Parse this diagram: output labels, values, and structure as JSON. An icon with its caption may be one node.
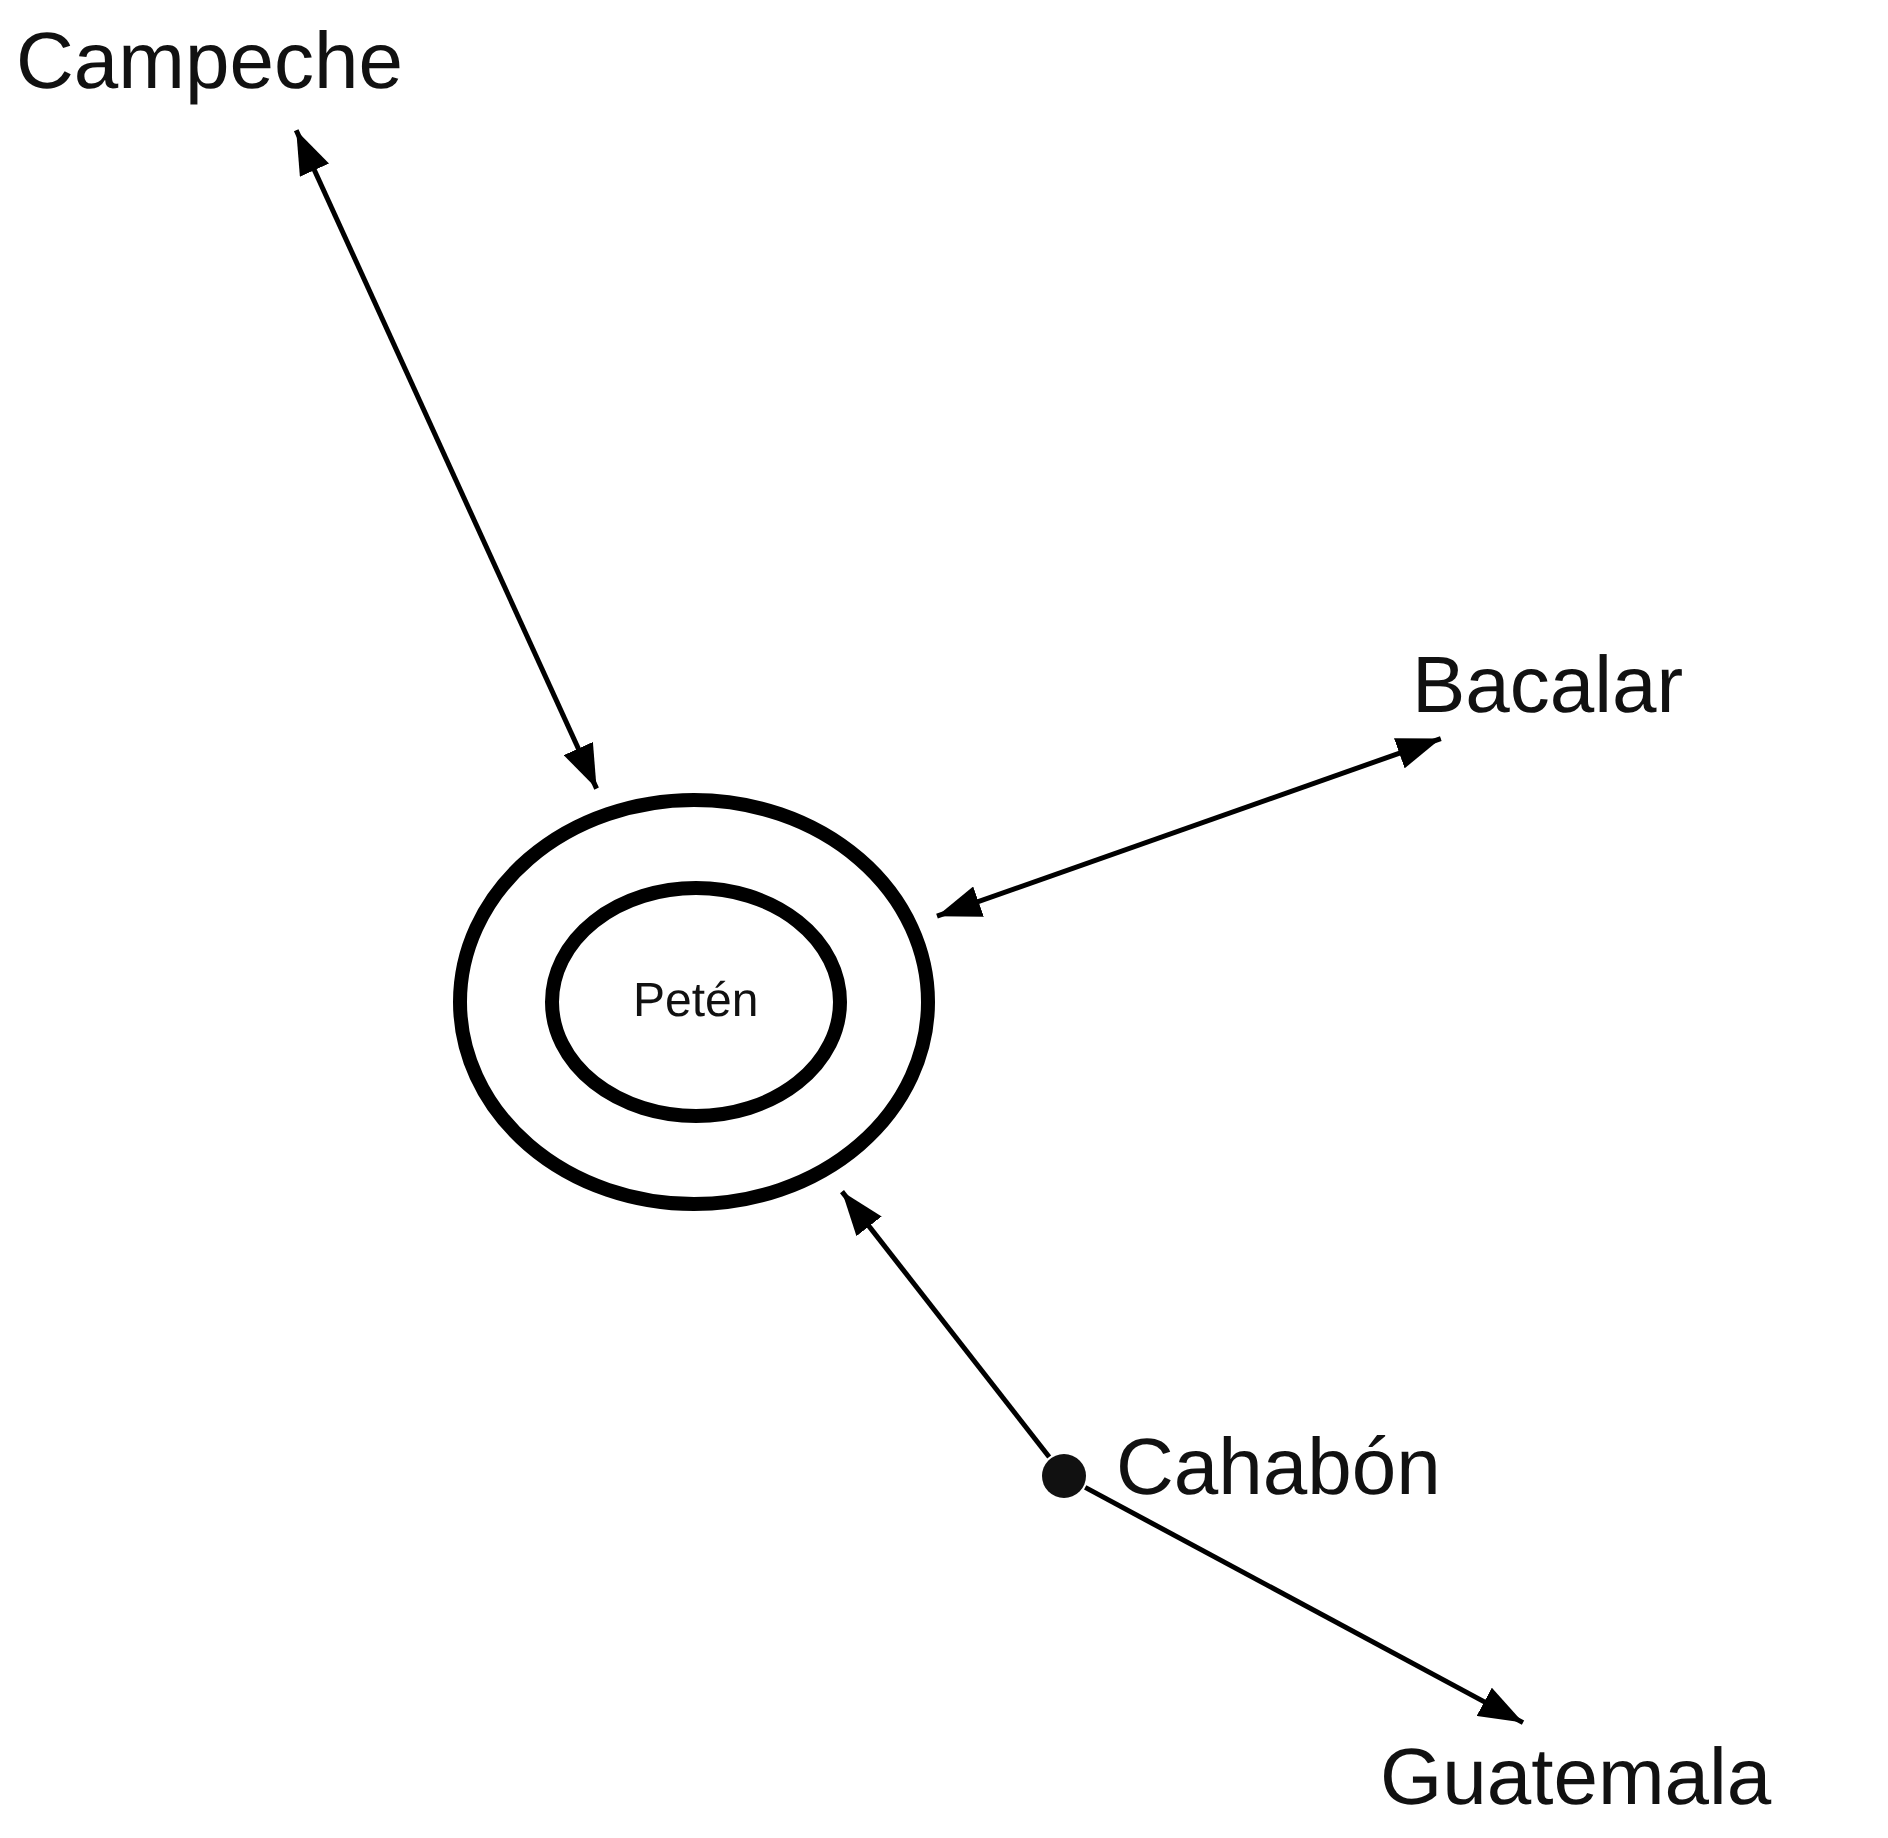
{
  "diagram": {
    "nodes": [
      {
        "text": [
          "Campeche"
        ]
      },
      {
        "text": [
          "Bacalar"
        ]
      },
      {
        "text": [],
        "shape": "circle"
      },
      {
        "text": [
          "Petén"
        ],
        "in": 2
      },
      {
        "text": [],
        "shape": "circle",
        "beside": [
          "Cahabón"
        ]
      },
      {
        "text": [
          "Guatemala"
        ]
      }
    ],
    "edges": [
      {
        "from": 0,
        "to": 2,
        "arrow": "both"
      },
      {
        "from": 1,
        "to": 2,
        "arrow": "both"
      },
      {
        "from": 4,
        "to": 2,
        "arrow": "to"
      },
      {
        "from": 4,
        "to": 5,
        "arrow": "to"
      }
    ]
  }
}
